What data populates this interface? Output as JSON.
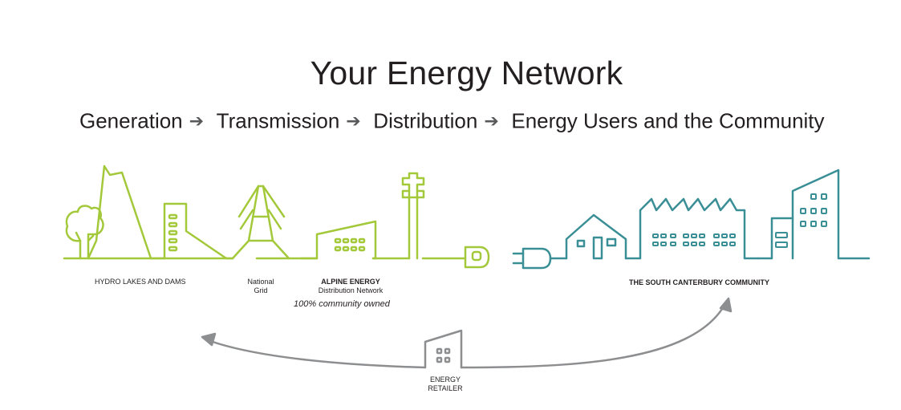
{
  "title": "Your Energy Network",
  "flow": {
    "step1": "Generation",
    "step2": "Transmission",
    "step3": "Distribution",
    "step4": "Energy Users and the Community"
  },
  "labels": {
    "hydro": "HYDRO LAKES AND DAMS",
    "grid_line1": "National",
    "grid_line2": "Grid",
    "alpine_title": "ALPINE ENERGY",
    "alpine_sub": "Distribution Network",
    "community_owned": "100%  community owned",
    "community": "THE SOUTH CANTERBURY COMMUNITY",
    "retailer_line1": "ENERGY",
    "retailer_line2": "RETAILER"
  },
  "colors": {
    "green": "#a3c93a",
    "teal": "#3a8f96",
    "grey": "#8d8e90"
  },
  "icons": [
    "tree-icon",
    "dam-icon",
    "pylon-icon",
    "distribution-building-icon",
    "power-pole-icon",
    "plug-icon",
    "socket-icon",
    "house-icon",
    "factory-icon",
    "city-buildings-icon",
    "retailer-building-icon"
  ]
}
